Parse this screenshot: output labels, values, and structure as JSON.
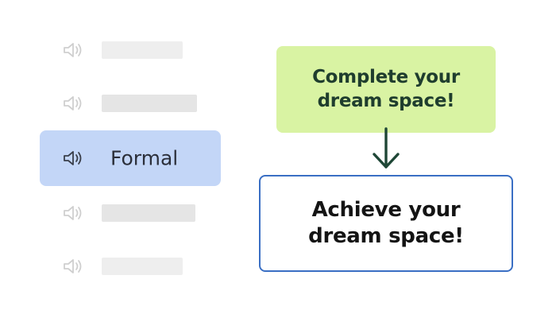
{
  "tone_list": {
    "items": [
      {
        "label": "",
        "selected": false
      },
      {
        "label": "",
        "selected": false
      },
      {
        "label": "Formal",
        "selected": true
      },
      {
        "label": "",
        "selected": false
      },
      {
        "label": "",
        "selected": false
      }
    ],
    "icon": "speaker-icon"
  },
  "before": {
    "text": "Complete your\ndream space!"
  },
  "after": {
    "text": "Achieve your\ndream space!"
  },
  "arrow_icon": "arrow-down-icon",
  "colors": {
    "selected_bg": "#c3d6f7",
    "placeholder": "#eeeeee",
    "placeholder_dark": "#e5e5e5",
    "icon_muted": "#cfcfcf",
    "icon_active": "#3a3f4a",
    "before_bg": "#d9f3a3",
    "before_text": "#1f3d2e",
    "after_border": "#3a6fc4",
    "after_text": "#141414",
    "arrow": "#1e4636"
  }
}
